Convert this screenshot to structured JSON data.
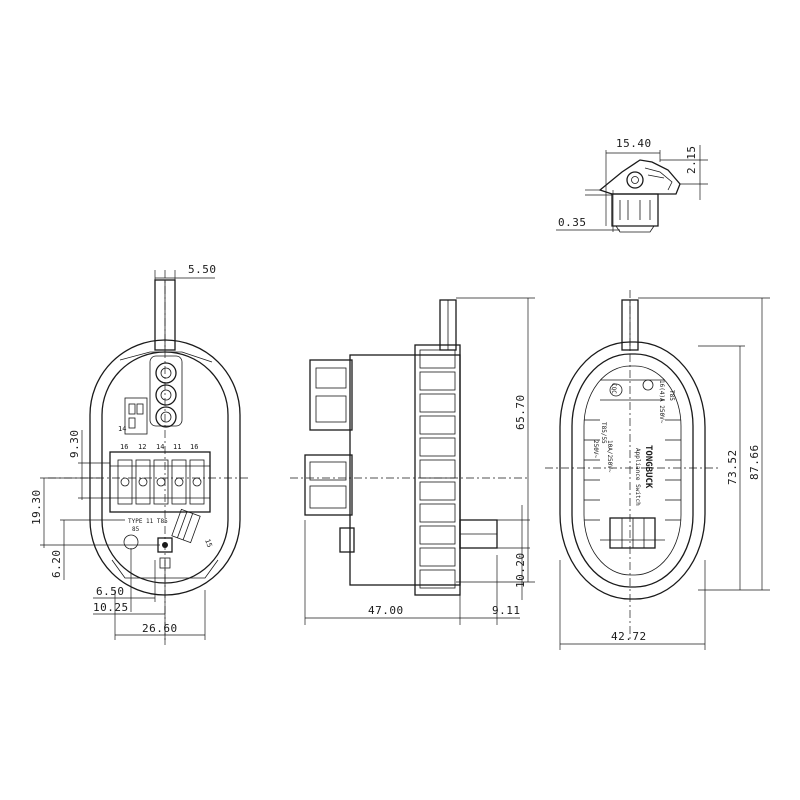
{
  "drawing": {
    "top_view": {
      "dims": {
        "width": "15.40",
        "height": "2.15",
        "offset": "0.35"
      }
    },
    "front_view": {
      "dims": {
        "shaft_width": "5.50",
        "terminal_height": "9.30",
        "center_height": "19.30",
        "lower_height": "6.20",
        "pitch": "6.50",
        "terminal_spacing": "10.25",
        "body_width": "26.60"
      },
      "terminal_numbers": [
        "16",
        "12",
        "14",
        "11",
        "16"
      ],
      "side_labels": [
        "14",
        "15"
      ],
      "type_text": "TYPE  11 T85",
      "type_sub": "85"
    },
    "side_view": {
      "dims": {
        "overall_depth": "47.00",
        "boss_depth": "9.11",
        "boss_height": "10.20",
        "body_height": "65.70"
      }
    },
    "back_view": {
      "dims": {
        "width": "42.72",
        "inner_height": "73.52",
        "overall_height": "87.66"
      },
      "markings": [
        "TONGBUCK",
        "Appliance Switch",
        "CQC",
        "T85/55",
        "16(4)A 250V~",
        "T85",
        "250V~",
        "10A/250V~"
      ]
    }
  }
}
